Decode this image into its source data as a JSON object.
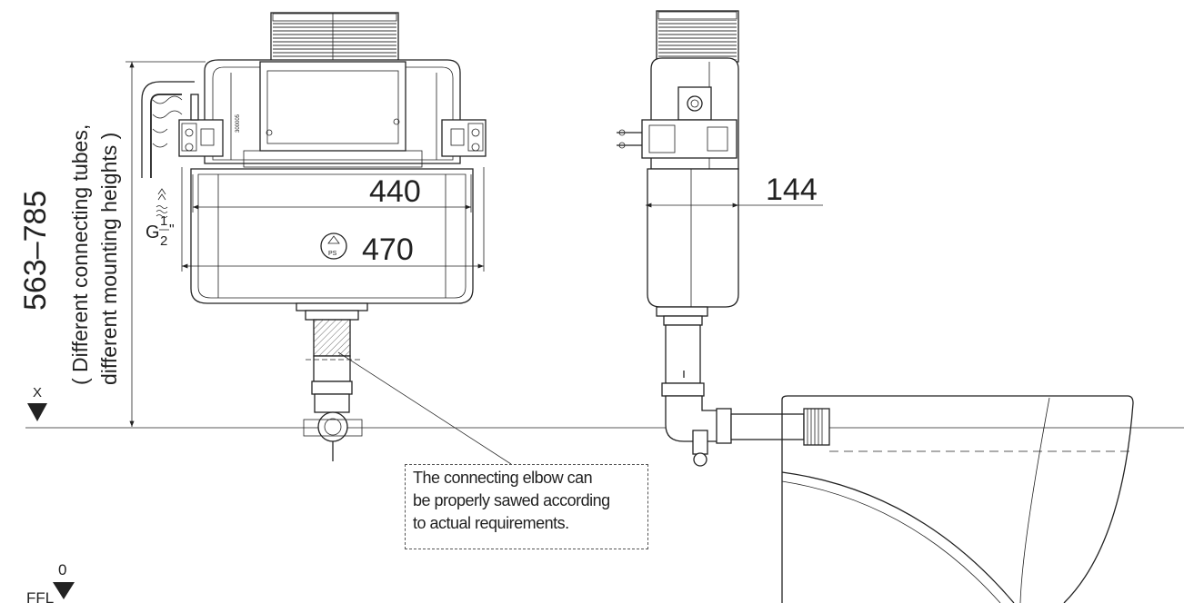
{
  "dimensions": {
    "width_inner": "440",
    "width_outer": "470",
    "depth": "144",
    "height_range": "563–785",
    "height_note_line1": "( Different connecting tubes,",
    "height_note_line2": "different mounting heights )"
  },
  "labels": {
    "inlet_thread_prefix": "G",
    "inlet_thread_num": "1",
    "inlet_thread_den": "2",
    "inlet_thread_suffix": "\"",
    "x_marker": "X",
    "ffl_label": "FFL",
    "ffl_value": "0",
    "recycle_code": "PS",
    "part_code": "300005"
  },
  "note": {
    "line1": "The connecting elbow can",
    "line2": "be properly sawed according",
    "line3": "to actual requirements."
  },
  "colors": {
    "line": "#222222",
    "background": "#ffffff"
  }
}
